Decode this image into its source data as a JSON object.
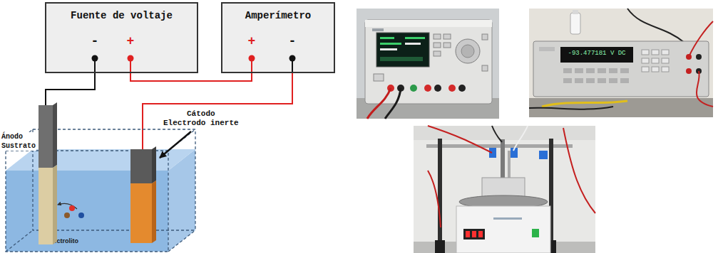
{
  "diagram": {
    "nodes": [
      {
        "text": [
          "Fuente de voltaje"
        ]
      },
      {
        "text": [
          "Amperímetro"
        ]
      },
      {
        "text": [
          "Electrolito"
        ]
      },
      {
        "text": [
          "Ánodo",
          "Sustrato"
        ],
        "in": 2
      },
      {
        "text": [
          "Cátodo",
          "Electrodo inerte"
        ],
        "in": 2
      }
    ],
    "edges": [
      {
        "from": 0,
        "to": 3,
        "arrow": "none"
      },
      {
        "from": 0,
        "to": 1,
        "arrow": "none"
      },
      {
        "from": 1,
        "to": 4,
        "arrow": "none"
      }
    ],
    "labels": [
      "-",
      "+",
      "+",
      "-",
      "-93.477181 V DC"
    ]
  }
}
